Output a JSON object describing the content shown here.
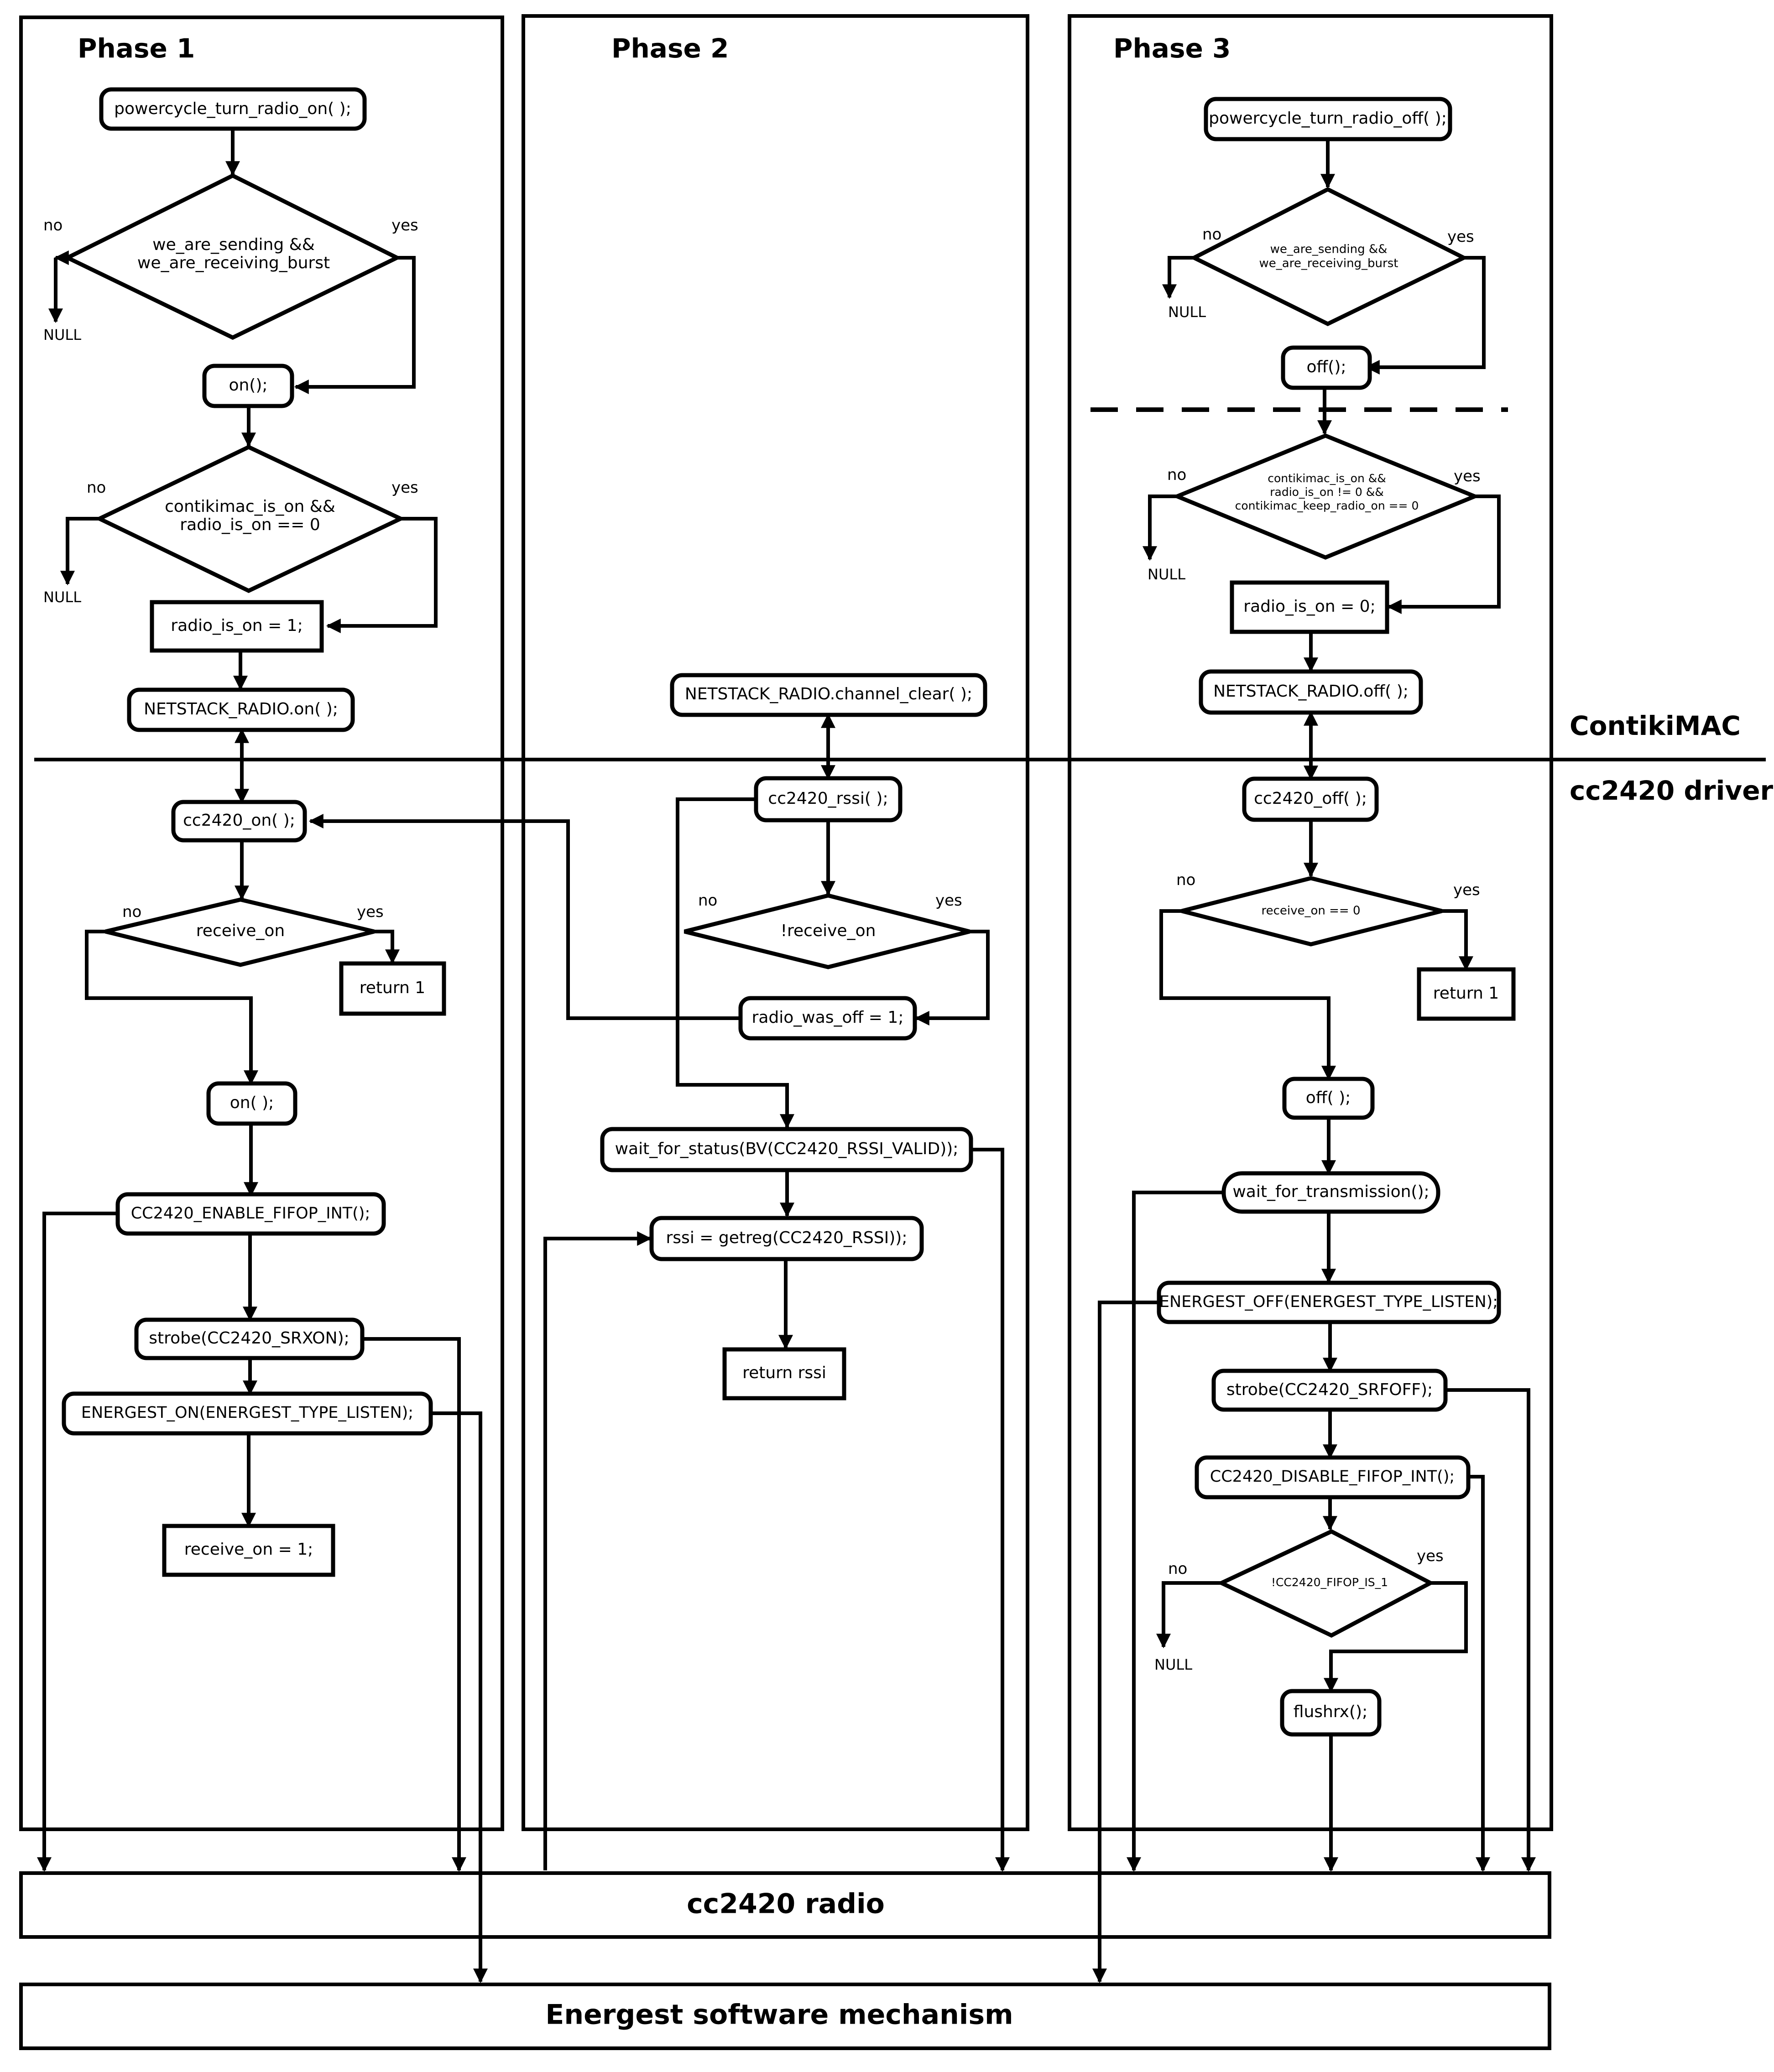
{
  "phases": {
    "p1": "Phase 1",
    "p2": "Phase 2",
    "p3": "Phase 3"
  },
  "layers": {
    "contikimac": "ContikiMAC",
    "driver": "cc2420 driver",
    "radio": "cc2420 radio",
    "energest": "Energest software mechanism"
  },
  "branch": {
    "yes": "yes",
    "no": "no",
    "null": "NULL"
  },
  "p1": {
    "turn_on": "powercycle_turn_radio_on( );",
    "cond1a": "we_are_sending &&",
    "cond1b": "we_are_receiving_burst",
    "on_call": "on();",
    "cond2a": "contikimac_is_on &&",
    "cond2b": "radio_is_on == 0",
    "set_on": "radio_is_on = 1;",
    "ns_on": "NETSTACK_RADIO.on( );",
    "cc_on": "cc2420_on( );",
    "recv_cond": "receive_on",
    "ret1": "return 1",
    "on2": "on( );",
    "fifop": "CC2420_ENABLE_FIFOP_INT();",
    "strobe": "strobe(CC2420_SRXON);",
    "energest": "ENERGEST_ON(ENERGEST_TYPE_LISTEN);",
    "recv_set": "receive_on = 1;"
  },
  "p2": {
    "clear": "NETSTACK_RADIO.channel_clear( );",
    "rssi_call": "cc2420_rssi( );",
    "cond": "!receive_on",
    "was_off": "radio_was_off = 1;",
    "wait": "wait_for_status(BV(CC2420_RSSI_VALID));",
    "getreg": "rssi = getreg(CC2420_RSSI));",
    "ret": "return rssi"
  },
  "p3": {
    "turn_off": "powercycle_turn_radio_off( );",
    "cond1a": "we_are_sending &&",
    "cond1b": "we_are_receiving_burst",
    "off_call": "off();",
    "cond2a": "contikimac_is_on &&",
    "cond2b": "radio_is_on != 0 &&",
    "cond2c": "contikimac_keep_radio_on == 0",
    "set_off": "radio_is_on = 0;",
    "ns_off": "NETSTACK_RADIO.off( );",
    "cc_off": "cc2420_off( );",
    "recv_cond": "receive_on == 0",
    "ret1": "return 1",
    "off2": "off( );",
    "wait_tx": "wait_for_transmission();",
    "energest": "ENERGEST_OFF(ENERGEST_TYPE_LISTEN);",
    "strobe": "strobe(CC2420_SRFOFF);",
    "fifop": "CC2420_DISABLE_FIFOP_INT();",
    "fifop_cond": "!CC2420_FIFOP_IS_1",
    "flush": "flushrx();"
  }
}
